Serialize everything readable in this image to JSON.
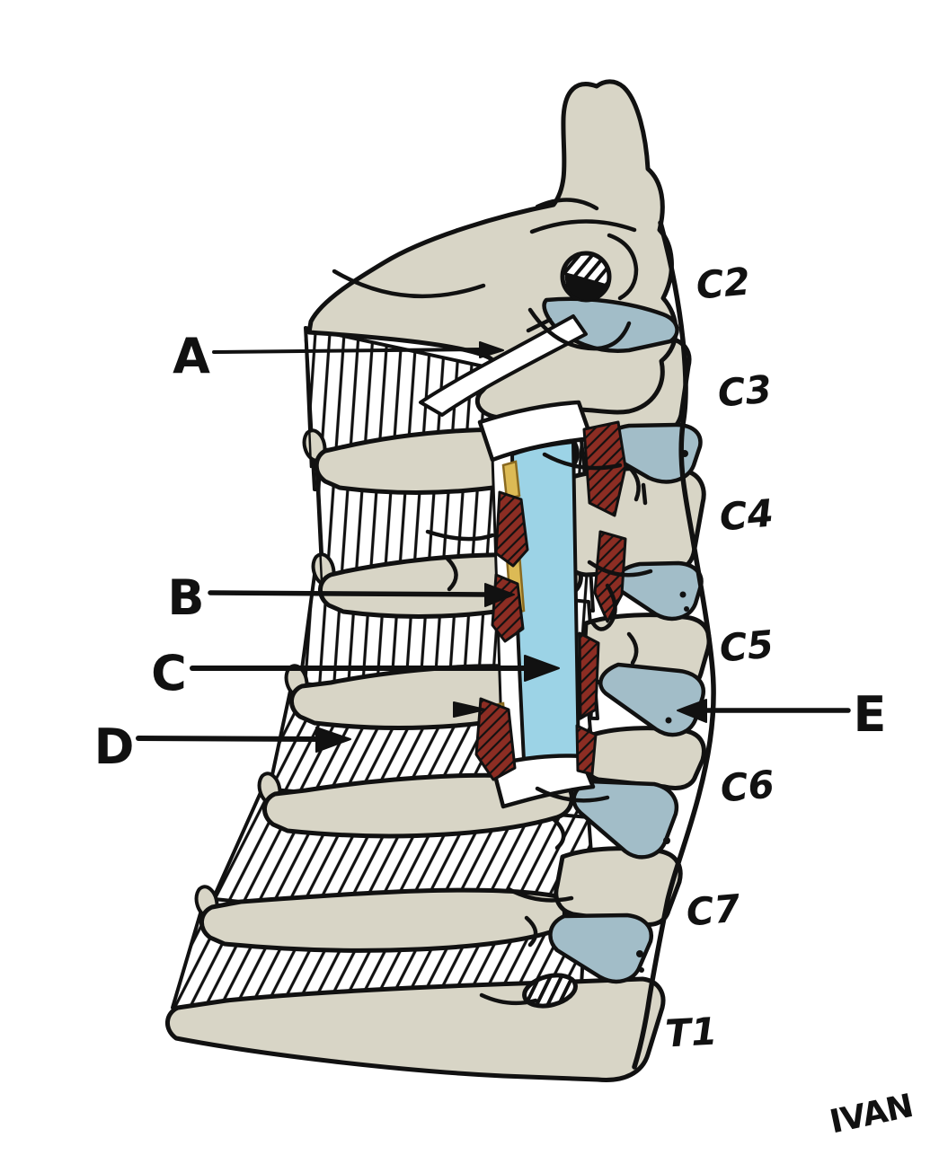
{
  "diagram": {
    "pointer_labels": [
      {
        "id": "A"
      },
      {
        "id": "B"
      },
      {
        "id": "C"
      },
      {
        "id": "D"
      },
      {
        "id": "E"
      }
    ],
    "level_labels": [
      {
        "text": "C2"
      },
      {
        "text": "C3"
      },
      {
        "text": "C4"
      },
      {
        "text": "C5"
      },
      {
        "text": "C6"
      },
      {
        "text": "C7"
      },
      {
        "text": "T1"
      }
    ],
    "signature": "IVAN",
    "colors": {
      "background": "#ffffff",
      "outline": "#111111",
      "bone": "#d8d5c6",
      "disc": "#a2bdc8",
      "spinal_cord": "#9cd3e6",
      "deep_muscle": "#8c2d23",
      "ligament": "#dcba55"
    }
  }
}
